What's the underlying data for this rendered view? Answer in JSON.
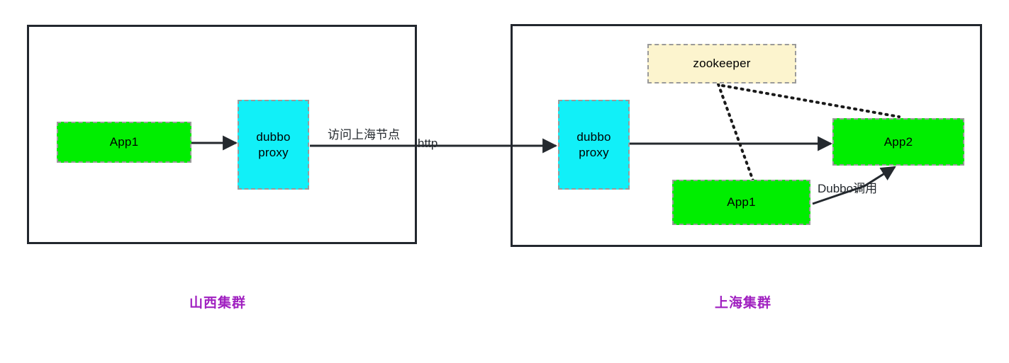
{
  "diagram": {
    "type": "architecture-flow",
    "background": "#ffffff",
    "colors": {
      "cluster_border": "#22272e",
      "node_border": "#9a9a9a",
      "app_fill": "#00ee00",
      "proxy_fill": "#11f0f8",
      "registry_fill": "#fcf4ce",
      "edge": "#24292e",
      "caption": "#a020c0"
    }
  },
  "clusters": [
    {
      "id": "shanxi",
      "caption": "山西集群",
      "nodes": [
        {
          "id": "shanxi-app1",
          "label": "App1",
          "kind": "application"
        },
        {
          "id": "shanxi-proxy",
          "label": "dubbo\nproxy",
          "line1": "dubbo",
          "line2": "proxy",
          "kind": "proxy"
        }
      ]
    },
    {
      "id": "shanghai",
      "caption": "上海集群",
      "nodes": [
        {
          "id": "shanghai-proxy",
          "label": "dubbo\nproxy",
          "line1": "dubbo",
          "line2": "proxy",
          "kind": "proxy"
        },
        {
          "id": "shanghai-zk",
          "label": "zookeeper",
          "kind": "registry"
        },
        {
          "id": "shanghai-app2",
          "label": "App2",
          "kind": "application"
        },
        {
          "id": "shanghai-app1",
          "label": "App1",
          "kind": "application"
        }
      ]
    }
  ],
  "edges": [
    {
      "id": "e1",
      "from": "shanxi-app1",
      "to": "shanxi-proxy",
      "label": "",
      "style": "solid-arrow"
    },
    {
      "id": "e2",
      "from": "shanxi-proxy",
      "to": "shanghai-proxy",
      "label": "访问上海节点",
      "label2": "http",
      "style": "solid-arrow"
    },
    {
      "id": "e3",
      "from": "shanghai-proxy",
      "to": "shanghai-app2",
      "label": "",
      "style": "solid-arrow"
    },
    {
      "id": "e4",
      "from": "shanghai-app1",
      "to": "shanghai-app2",
      "label": "Dubbo调用",
      "style": "solid-arrow"
    },
    {
      "id": "e5",
      "from": "shanghai-zk",
      "to": "shanghai-app1",
      "label": "",
      "style": "dotted"
    },
    {
      "id": "e6",
      "from": "shanghai-zk",
      "to": "shanghai-app2",
      "label": "",
      "style": "dotted"
    }
  ],
  "labels": {
    "access_shanghai_node": "访问上海节点",
    "http": "http",
    "dubbo_invoke": "Dubbo调用",
    "shanxi_cluster": "山西集群",
    "shanghai_cluster": "上海集群",
    "app1_left": "App1",
    "dubbo_proxy_line1": "dubbo",
    "dubbo_proxy_line2": "proxy",
    "zookeeper": "zookeeper",
    "app2": "App2",
    "app1_right": "App1"
  }
}
